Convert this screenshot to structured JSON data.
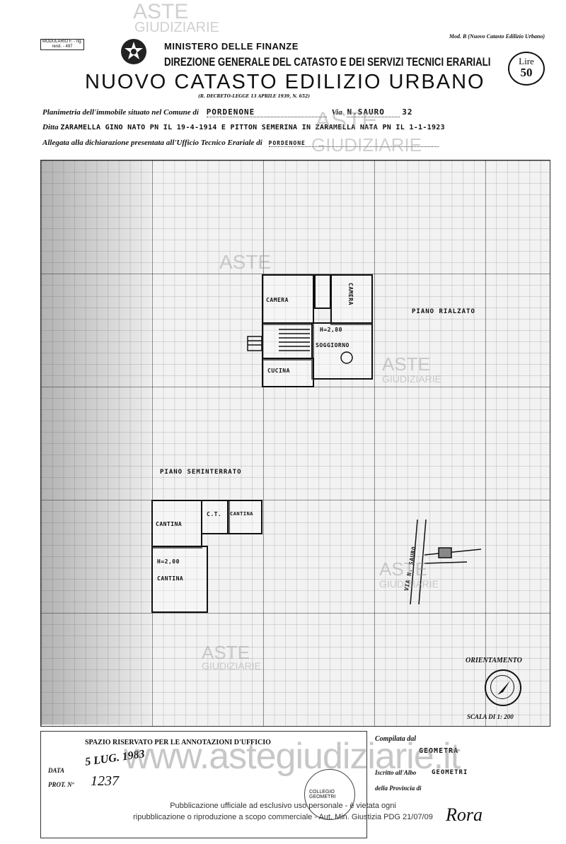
{
  "header": {
    "modulario": "MODULARIO F. - rig. rend. - 497",
    "mod_b": "Mod. B (Nuovo Catasto Edilizio Urbano)",
    "lire_label": "Lire",
    "lire_value": "50",
    "ministry": "MINISTERO DELLE FINANZE",
    "directorate": "DIREZIONE GENERALE DEL CATASTO E DEI SERVIZI TECNICI ERARIALI",
    "title": "NUOVO CATASTO EDILIZIO URBANO",
    "decree": "(R. DECRETO-LEGGE 13 APRILE 1939, N. 652)"
  },
  "form": {
    "planimetria_label": "Planimetria dell'immobile situato nel Comune di",
    "comune": "PORDENONE",
    "via_label": "Via",
    "via": "N.SAURO",
    "civico": "32",
    "ditta_label": "Ditta",
    "ditta": "ZARAMELLA GINO NATO PN IL 19-4-1914 E PITTON SEMERINA IN ZARAMELLA NATA PN IL 1-1-1923",
    "allegata_label": "Allegata alla dichiarazione presentata all'Ufficio Tecnico Erariale di",
    "ufficio": "PORDENONE"
  },
  "plan": {
    "piano_rialzato": "PIANO RIALZATO",
    "piano_seminterrato": "PIANO SEMINTERRATO",
    "rooms_upper": {
      "camera1": "CAMERA",
      "camera2": "CAMERA",
      "soggiorno": "SOGGIORNO",
      "cucina": "CUCINA",
      "height": "H=2,80"
    },
    "rooms_lower": {
      "cantina1": "CANTINA",
      "ct": "C.T.",
      "cantina2": "CANTINA",
      "cantina3": "CANTINA",
      "height": "H=2,00"
    },
    "street": "VIA N. SAURO",
    "orientamento": "ORIENTAMENTO",
    "scala": "SCALA DI 1: 200"
  },
  "footer": {
    "spazio": "SPAZIO RISERVATO PER LE ANNOTAZIONI D'UFFICIO",
    "data_label": "DATA",
    "data_value": "5 LUG. 1983",
    "prot_label": "PROT. Nº",
    "prot_value": "1237",
    "compilata": "Compilata dal",
    "compilata_by": "GEOMETRA",
    "iscritto_label": "Iscritto all'Albo",
    "geometri": "GEOMETRI",
    "della_provincia": "della Provincia di",
    "stamp_text": "COLLEGIO GEOMETRI",
    "signature": "Rora"
  },
  "watermark": {
    "aste": "ASTE",
    "giudiziarie": "GIUDIZIARIE",
    "site": "www.astegiudiziarie.it",
    "notice_line1": "Pubblicazione ufficiale ad esclusivo uso personale - è vietata ogni",
    "notice_line2": "ripubblicazione o riproduzione a scopo commerciale - Aut. Min. Giustizia PDG 21/07/09"
  }
}
